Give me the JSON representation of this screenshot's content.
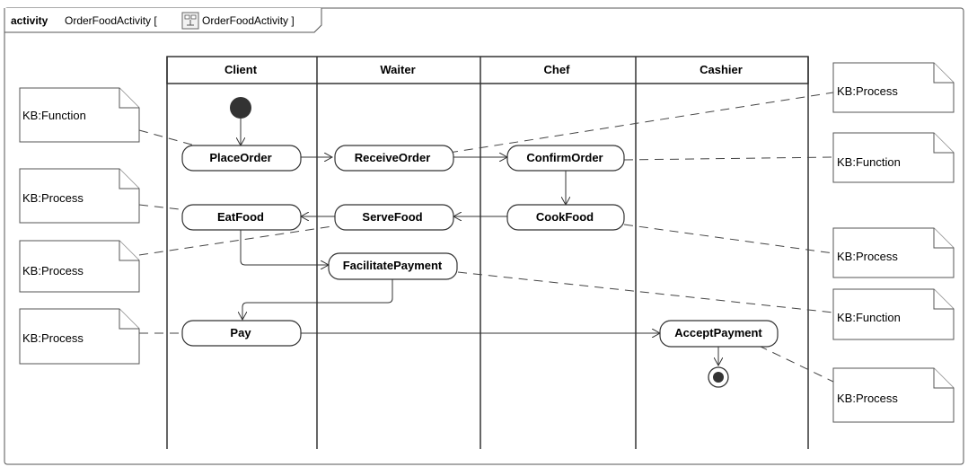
{
  "frame": {
    "keyword": "activity",
    "name": "OrderFoodActivity [",
    "ref": "OrderFoodActivity ]",
    "icon": "activity-diagram-icon"
  },
  "lanes": [
    "Client",
    "Waiter",
    "Chef",
    "Cashier"
  ],
  "actions": {
    "place_order": "PlaceOrder",
    "receive_order": "ReceiveOrder",
    "confirm_order": "ConfirmOrder",
    "eat_food": "EatFood",
    "serve_food": "ServeFood",
    "cook_food": "CookFood",
    "facilitate_payment": "FacilitatePayment",
    "pay": "Pay",
    "accept_payment": "AcceptPayment"
  },
  "notes": {
    "left_1": "KB:Function",
    "left_2": "KB:Process",
    "left_3": "KB:Process",
    "left_4": "KB:Process",
    "right_1": "KB:Process",
    "right_2": "KB:Function",
    "right_3": "KB:Process",
    "right_4": "KB:Function",
    "right_5": "KB:Process"
  }
}
